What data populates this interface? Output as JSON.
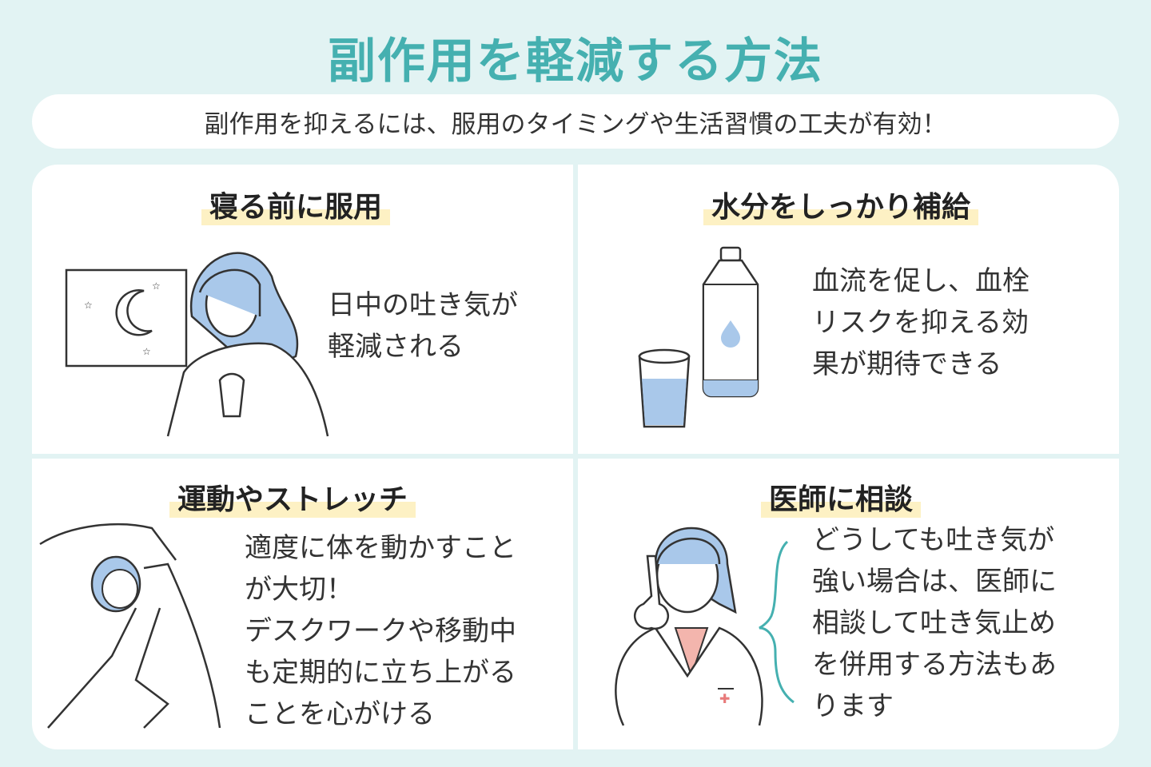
{
  "title": "副作用を軽減する方法",
  "subtitle": "副作用を抑えるには、服用のタイミングや生活習慣の工夫が有効！",
  "sections": [
    {
      "heading": "寝る前に服用",
      "text": "日中の吐き気が\n軽減される",
      "icon": "woman-taking-medicine-at-night-illustration"
    },
    {
      "heading": "水分をしっかり補給",
      "text": "血流を促し、血栓\nリスクを抑える効\n果が期待できる",
      "icon": "water-bottle-and-glass-illustration"
    },
    {
      "heading": "運動やストレッチ",
      "text": "適度に体を動かすこと\nが大切！\nデスクワークや移動中\nも定期的に立ち上がる\nことを心がける",
      "icon": "woman-stretching-illustration"
    },
    {
      "heading": "医師に相談",
      "text": "どうしても吐き気が\n強い場合は、医師に\n相談して吐き気止め\nを併用する方法もあ\nります",
      "icon": "doctor-illustration"
    }
  ],
  "colors": {
    "accent": "#45b0b0",
    "background": "#e2f3f3",
    "highlight": "#fdf1c4",
    "illustration_blue": "#a9c8ea"
  }
}
